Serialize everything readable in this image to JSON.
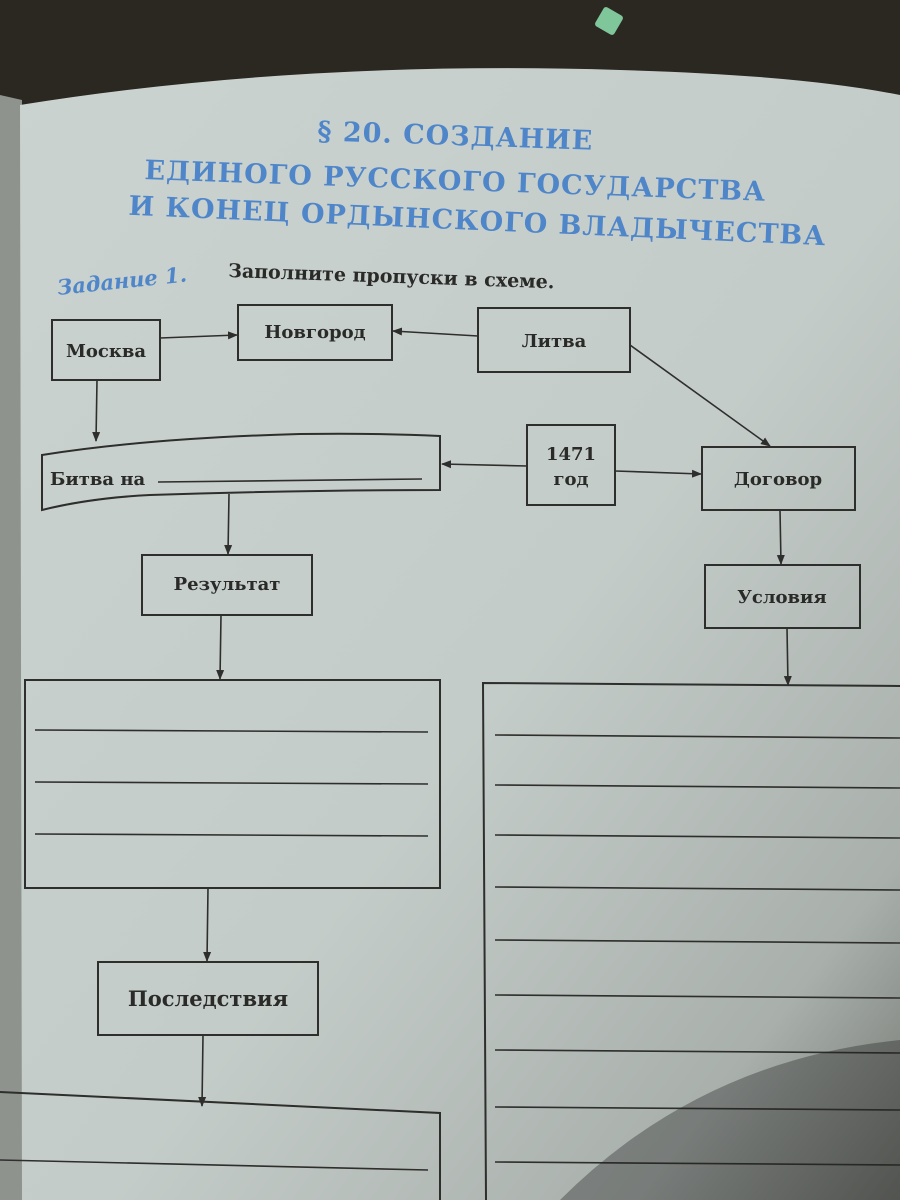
{
  "header": {
    "title_lines": [
      "§ 20. СОЗДАНИЕ",
      "ЕДИНОГО РУССКОГО ГОСУДАРСТВА",
      "И КОНЕЦ ОРДЫНСКОГО ВЛАДЫЧЕСТВА"
    ]
  },
  "task": {
    "label": "Задание 1.",
    "text": "Заполните пропуски в схеме."
  },
  "diagram": {
    "moscow": "Москва",
    "novgorod": "Новгород",
    "lithuania": "Литва",
    "battle": "Битва на",
    "year_number": "1471",
    "year_word": "год",
    "treaty": "Договор",
    "result": "Результат",
    "conditions": "Условия",
    "consequences": "Последствия"
  },
  "colors": {
    "heading": "#4f86c9",
    "paper": "#c9d0cc"
  }
}
